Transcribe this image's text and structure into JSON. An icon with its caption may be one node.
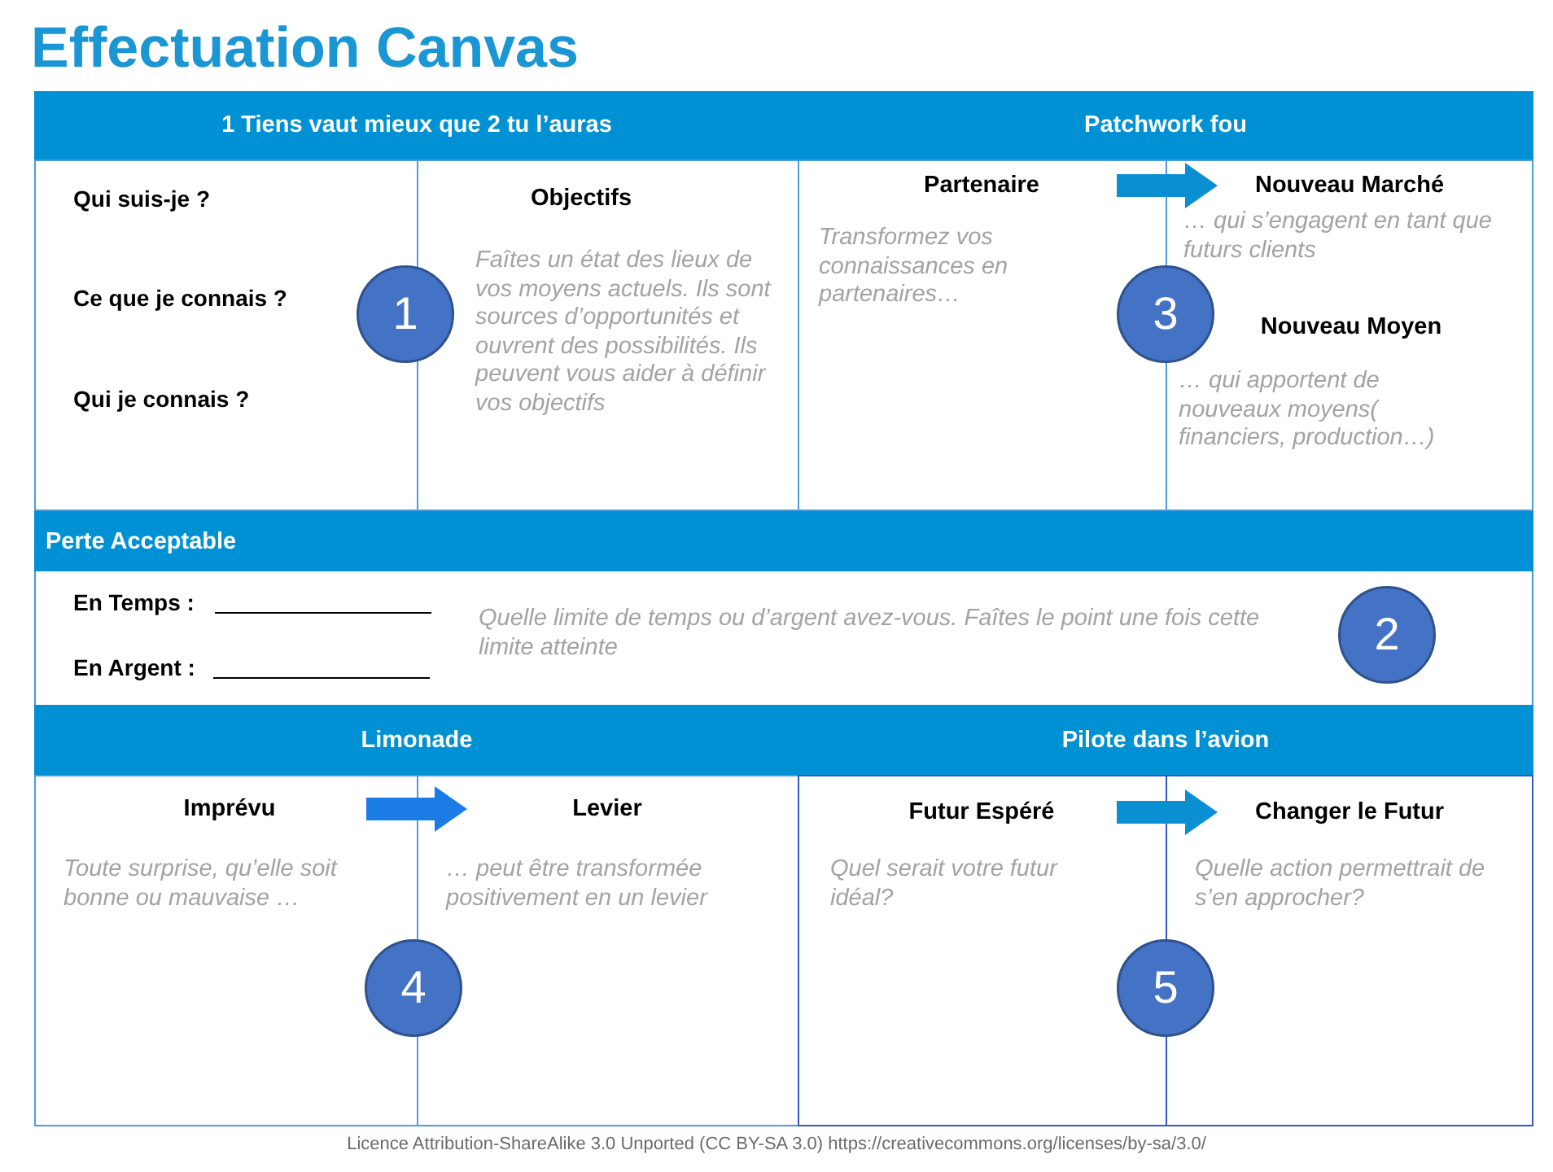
{
  "diagram": {
    "title": "Effectuation Canvas",
    "caption": "Licence Attribution-ShareAlike 3.0 Unported (CC BY-SA 3.0) https://creativecommons.org/licenses/by-sa/3.0/",
    "nodes": [
      {
        "text": [
          "1 Tiens vaut mieux que 2 tu l’auras"
        ]
      },
      {
        "text": [
          "Qui suis-je ?",
          "Ce que je connais ?",
          "Qui je connais ?"
        ],
        "in": 0
      },
      {
        "text": [
          "Objectifs",
          "Faîtes un état des lieux de vos moyens actuels. Ils sont sources d’opportunités et ouvrent des possibilités. Ils peuvent vous aider à définir vos objectifs"
        ],
        "in": 0
      },
      {
        "text": [
          "1"
        ],
        "in": 0
      },
      {
        "text": [
          "Patchwork fou"
        ]
      },
      {
        "text": [
          "Transformez vos connaissances en partenaires…"
        ],
        "in": 4
      },
      {
        "text": [
          "Partenaire"
        ],
        "in": 5
      },
      {
        "text": [
          "… qui s’engagent en tant que futurs clients",
          "Nouveau Moyen",
          "… qui apportent de nouveaux moyens( financiers, production…)"
        ],
        "in": 4
      },
      {
        "text": [
          "Nouveau Marché"
        ],
        "in": 7
      },
      {
        "text": [
          "3"
        ],
        "in": 4
      },
      {
        "text": [
          "Perte Acceptable",
          "En Temps :",
          "En Argent :",
          "Quelle limite de temps ou d’argent avez-vous. Faîtes le point une fois cette limite atteinte"
        ]
      },
      {
        "text": [
          "2"
        ],
        "in": 10
      },
      {
        "text": [
          "Limonade"
        ]
      },
      {
        "text": [
          "Toute surprise, qu’elle soit bonne ou mauvaise …"
        ],
        "in": 12
      },
      {
        "text": [
          "Imprévu"
        ],
        "in": 13
      },
      {
        "text": [
          "… peut être transformée positivement en un levier"
        ],
        "in": 12
      },
      {
        "text": [
          "Levier"
        ],
        "in": 15
      },
      {
        "text": [
          "4"
        ],
        "in": 12
      },
      {
        "text": [
          "Pilote dans l’avion"
        ]
      },
      {
        "text": [
          "Quel serait votre futur idéal?"
        ],
        "in": 18
      },
      {
        "text": [
          "Futur Espéré"
        ],
        "in": 19
      },
      {
        "text": [
          "Quelle action permettrait de s’en approcher?"
        ],
        "in": 18
      },
      {
        "text": [
          "Changer le Futur"
        ],
        "in": 21
      },
      {
        "text": [
          "5"
        ],
        "in": 18
      }
    ],
    "edges": [
      {
        "from": 6,
        "to": 8,
        "arrow": "to"
      },
      {
        "from": 14,
        "to": 16,
        "arrow": "to",
        "color": "#1c7ce6"
      },
      {
        "from": 20,
        "to": 22,
        "arrow": "to"
      }
    ]
  }
}
